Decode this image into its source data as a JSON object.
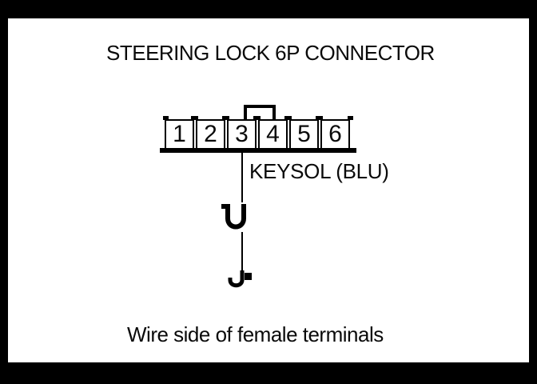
{
  "title": "STEERING LOCK 6P CONNECTOR",
  "caption": "Wire side of female terminals",
  "connector": {
    "name": "steering-lock-6p-connector",
    "pins": [
      "1",
      "2",
      "3",
      "4",
      "5",
      "6"
    ],
    "wired_pin": "3"
  },
  "wire": {
    "label": "KEYSOL (BLU)",
    "signal": "KEYSOL",
    "color_code": "BLU"
  },
  "symbols": {
    "female_terminal": "female-terminal-symbol",
    "wire_end": "wire-end-hook-symbol"
  },
  "colors": {
    "line": "#000000",
    "background": "#ffffff",
    "frame": "#000000"
  }
}
